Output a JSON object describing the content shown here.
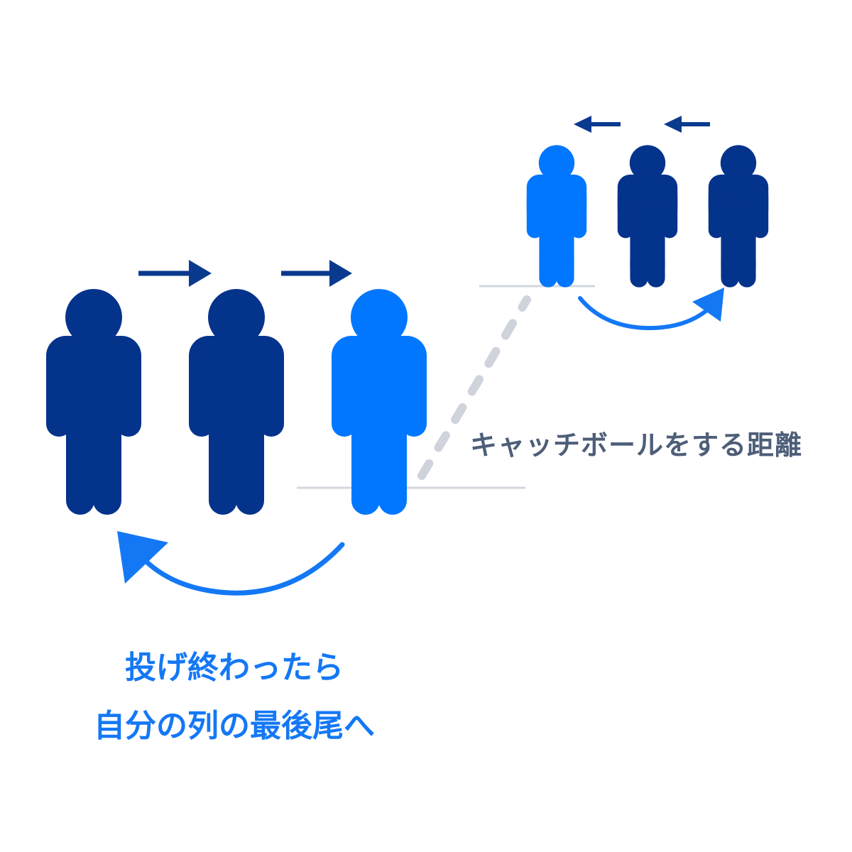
{
  "colors": {
    "dark_person": "#04338C",
    "active_person": "#0177FF",
    "arrow_dark": "#0A3A8E",
    "curve": "#1478F5",
    "floor_line": "#D2D6DE",
    "dashed": "#CFD3DB",
    "distance_text": "#4D5E78",
    "caption_text": "#1478F5"
  },
  "distance_label": "キャッチボールをする距離",
  "caption": {
    "line1": "投げ終わったら",
    "line2": "自分の列の最後尾へ"
  },
  "icons": {
    "person": "person-icon",
    "shift_arrow": "arrow-icon",
    "return_arrow": "curved-arrow-icon"
  }
}
